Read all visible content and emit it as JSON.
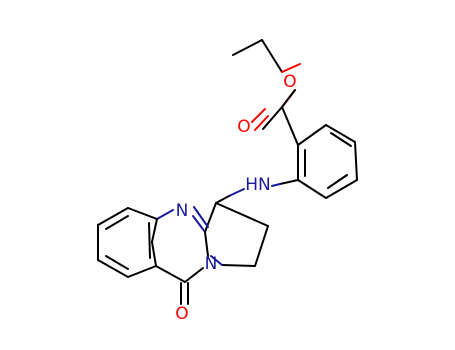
{
  "molecule": {
    "atom_labels": {
      "ester_ether_oxygen": "O",
      "ester_carbonyl_oxygen": "O",
      "amine_nh": "HN",
      "quinazoline_n3": "N",
      "quinazoline_n1": "N",
      "ketone_oxygen": "O"
    },
    "colors": {
      "bond": "#000000",
      "oxygen": "#ff0000",
      "nitrogen": "#1a1a9e",
      "background": "#ffffff"
    }
  }
}
